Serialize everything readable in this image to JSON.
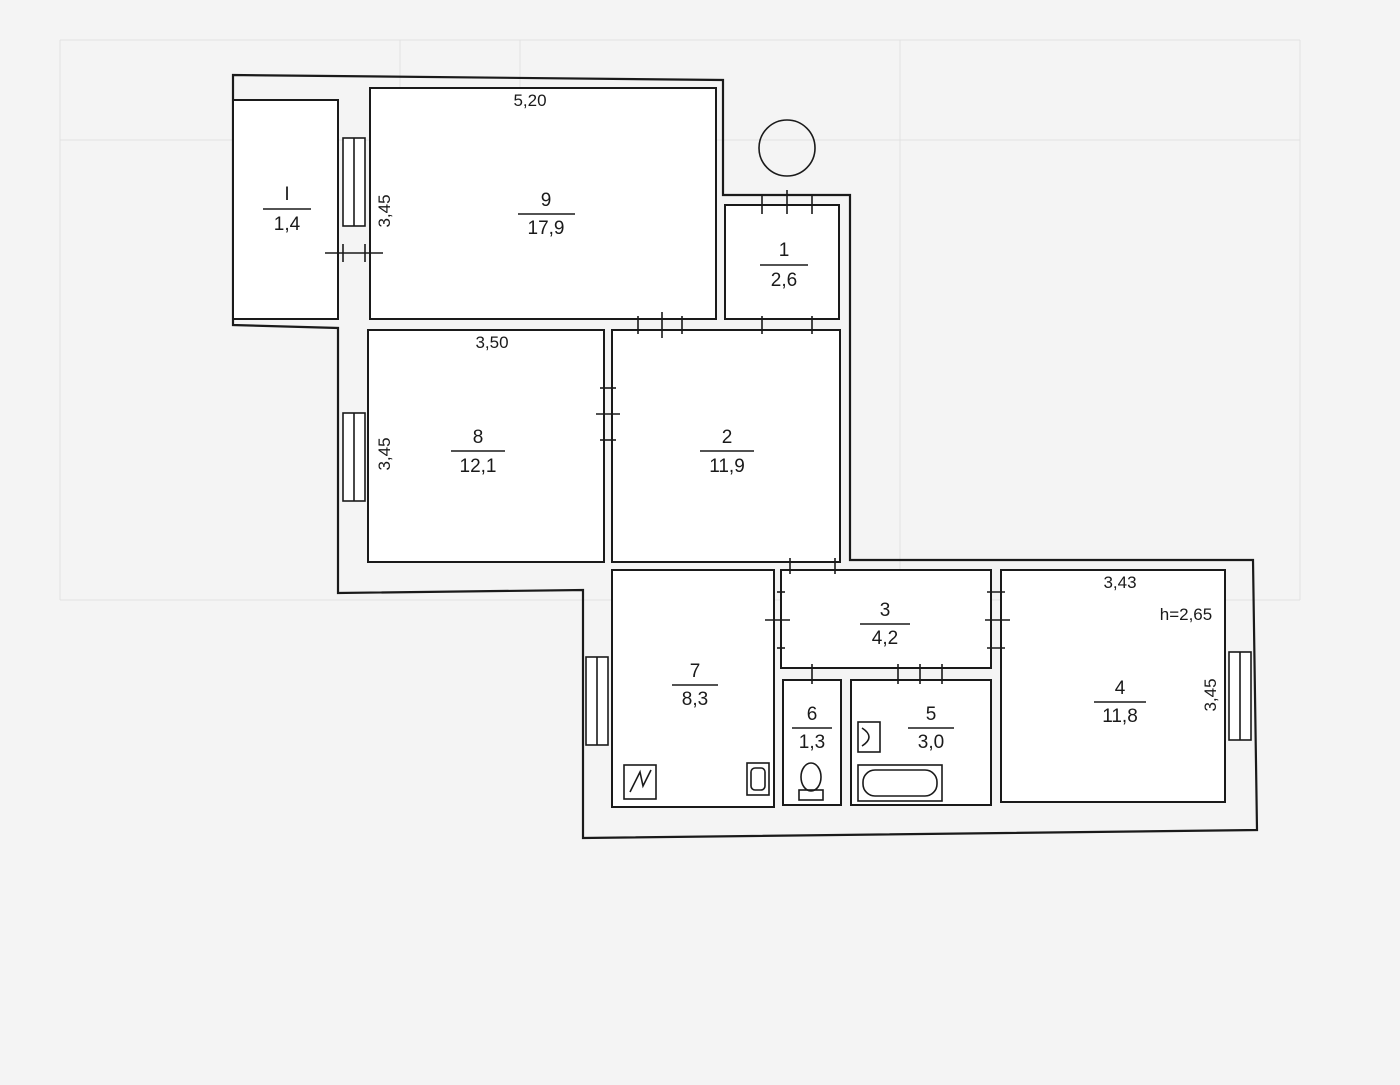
{
  "rooms": {
    "balcony": {
      "number": "I",
      "area": "1,4"
    },
    "r1": {
      "number": "1",
      "area": "2,6"
    },
    "r2": {
      "number": "2",
      "area": "11,9"
    },
    "r3": {
      "number": "3",
      "area": "4,2"
    },
    "r4": {
      "number": "4",
      "area": "11,8"
    },
    "r5": {
      "number": "5",
      "area": "3,0"
    },
    "r6": {
      "number": "6",
      "area": "1,3"
    },
    "r7": {
      "number": "7",
      "area": "8,3"
    },
    "r8": {
      "number": "8",
      "area": "12,1"
    },
    "r9": {
      "number": "9",
      "area": "17,9"
    }
  },
  "dimensions": {
    "r9_width": "5,20",
    "r9_depth": "3,45",
    "r8_width": "3,50",
    "r8_depth": "3,45",
    "r4_width": "3,43",
    "r4_depth": "3,45",
    "ceiling_height": "h=2,65"
  },
  "icons": [
    "entrance-circle-icon",
    "stove-icon",
    "kitchen-sink-icon",
    "toilet-icon",
    "washbasin-icon",
    "bathtub-icon"
  ]
}
